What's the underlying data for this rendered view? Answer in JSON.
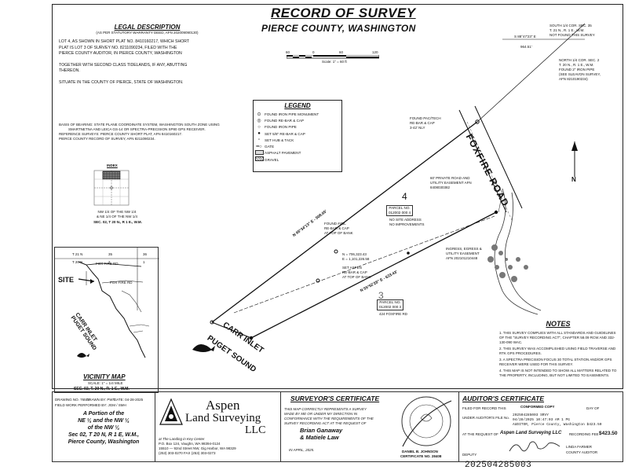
{
  "title": "RECORD OF SURVEY",
  "subtitle": "PIERCE COUNTY, WASHINGTON",
  "scale": {
    "ticks": [
      "60",
      "0",
      "60",
      "120"
    ],
    "label": "Scale: 1\" = 60 ft"
  },
  "legal": {
    "heading": "LEGAL DESCRIPTION",
    "source": "(AS PER STATUTORY WARRANTY DEED, AFN 202009090130)",
    "lines": [
      "LOT 4, AS SHOWN IN SHORT PLAT NO. 8410160217, WHICH SHORT",
      "PLAT IS LOT 3 OF SURVEY NO. 8211090234, FILED WITH THE",
      "PIERCE COUNTY AUDITOR, IN PIERCE COUNTY, WASHINGTON",
      "",
      "TOGETHER WITH SECOND CLASS TIDELANDS, IF ANY, ABUTTING",
      "THEREON.",
      "",
      "SITUATE IN THE COUNTY OF PIERCE, STATE OF WASHINGTON."
    ]
  },
  "basis": [
    "BASIS OF BEARING: STATE PLANE COORDINATE SYSTEM, WASHINGTON SOUTH ZONE USING",
    "SMARTNETNA AND LEICA GS-14 OR SPECTRA-PRECISION SP80 GPS RECEIVER.",
    "REFERENCE SURVEYS: PIERCE COUNTY SHORT PLAT, AFN 8410160217.",
    "PIERCE COUNTY RECORD OF SURVEY, AFN 8211090234."
  ],
  "legend": {
    "heading": "LEGEND",
    "items": [
      {
        "icon": "circle-dot",
        "label": "FOUND IRON PIPE MONUMENT"
      },
      {
        "icon": "circle-target",
        "label": "FOUND RE-BAR & CAP"
      },
      {
        "icon": "circle-open",
        "label": "FOUND IRON PIPE"
      },
      {
        "icon": "circle-filled",
        "label": "SET 5/8\" RE-BAR & CAP"
      },
      {
        "icon": "square-small",
        "label": "SET HUB & TACK"
      },
      {
        "icon": "gate-line",
        "label": "GATE"
      },
      {
        "icon": "pavement-box",
        "label": "ASPHALT PAVEMENT"
      },
      {
        "icon": "gravel-box",
        "label": "GRAVEL"
      }
    ]
  },
  "index": {
    "heading": "INDEX",
    "lines": [
      "NW 1/4 OF THE NW 1/4",
      "& NE 1/4 OF THE NW 1/4",
      "SEC. 02, T 20 N., R 1 E., W.M."
    ]
  },
  "vicinity": {
    "heading": "VICINITY MAP",
    "scale": "SCALE: 1\" = 1/4 MILE",
    "caption": "SEC. 02, T. 20 N., R. 1 E., W.M.",
    "site_label": "SITE",
    "water_label": "CARR INLET PUGET SOUND",
    "grid_labels": [
      "T 21 N",
      "35",
      "36",
      "T 20 N",
      "2",
      "1"
    ],
    "road_labels": [
      "FOX FIRE RD",
      "FOX FIRE RD"
    ]
  },
  "map": {
    "road_name": "FOXFIRE ROAD",
    "water_name": [
      "CARR",
      "INLET",
      "PUGET",
      "SOUND"
    ],
    "lot_number": "4",
    "lot3_number": "3",
    "parcel4": [
      "PARCEL NO.",
      "012002 000 4"
    ],
    "parcel4_notes": [
      "NO SITE ADDRESS",
      "NO IMPROVEMENTS"
    ],
    "parcel3": [
      "PARCEL NO.",
      "012002 000 3"
    ],
    "parcel3_address": "424 FOXFIRE RD",
    "bearing_north": "N 65°34'13\" E - 508.65'",
    "bearing_south": "N 55°52'28\" E - 633.43'",
    "notes_left": [
      "FOUND #4BL",
      "RE-BAR & CAP",
      "AT TOP OF BANK"
    ],
    "notes_set": [
      "SET ASPEN",
      "RE-BAR & CAP",
      "AT TOP OF BANK"
    ],
    "coords": [
      "N = 706,323.43",
      "E = 1,101,226.58"
    ],
    "easement": [
      "60' PRIVATE ROAD AND",
      "UTILITY EASEMENT AFN",
      "8408030382"
    ],
    "ingress": [
      "INGRESS, EGRESS &",
      "UTILITY EASEMENT",
      "AFN 202101210448"
    ],
    "found_ip": [
      "FOUND PAC/TECH",
      "RE-BAR & CAP",
      "3-42' NLY"
    ],
    "corner_ne": [
      "SOUTH 1/4 COR. SEC. 35",
      "T. 21 N., R. 1 E., W.M.",
      "NOT FOUND THIS SURVEY"
    ],
    "corner_nw": [
      "NORTH 1/4 COR. SEC. 2",
      "T. 20 N., R. 1 E., W.M.",
      "FOUND 2\" IRON PIPE",
      "(SEE SLEAVON SURVEY,",
      "AFN 8210190234)"
    ],
    "top_bearing": "S 88°47'23\" E",
    "top_dist": "964.51'",
    "top_dist2": "964.51'",
    "north_label": "N"
  },
  "notes": {
    "heading": "NOTES",
    "items": [
      "1. THIS SURVEY COMPLIES WITH ALL STANDARDS AND GUIDELINES OF THE \"SURVEY RECORDING ACT\", CHAPTER 58.09 RCW AND 332-130-090 WAC.",
      "2. THIS SURVEY WAS ACCOMPLISHED USING FIELD TRAVERSE AND RTK GPS PROCEDURES.",
      "3. A SPECTRA PRECISION FOCUS 30 TOTAL STATION AND/OR GPS RECEIVER WERE USED FOR THIS SURVEY.",
      "4. THIS MAP IS NOT INTENDED TO SHOW ALL MATTERS RELATED TO THE PROPERTY, INCLUDING, BUT NOT LIMITED TO EASEMENTS."
    ]
  },
  "drawing_info": {
    "drawing_no": "DRAWING NO. 76574",
    "drawn_by": "DRAWN BY: PWT",
    "date": "DATE: 04-28-2025",
    "field_work": "FIELD WORK PERFORMED BY: JGM / SMH"
  },
  "portion": [
    "A Portion of the",
    "NE ¼ and the NW ¼",
    "of the NW ¼",
    "Sec 02, T 20 N, R 1 E, W.M.,",
    "Pierce County, Washington"
  ],
  "company": {
    "name1": "Aspen",
    "name2": "Land Surveying",
    "name3": "LLC",
    "address": [
      "at The Landing in Key Center",
      "P.O. Box 124, Vaughn, WA   98394-0124",
      "15510 — 92nd Street NW, Gig Harbor, WA 98329",
      "(253) 303-0270        FAX (253) 303-0273"
    ]
  },
  "surveyor": {
    "heading": "SURVEYOR'S CERTIFICATE",
    "body": [
      "THIS MAP CORRECTLY REPRESENTS A SURVEY",
      "MADE BY ME OR UNDER MY DIRECTION IN",
      "CONFORMANCE WITH THE REQUIREMENTS OF THE",
      "SURVEY RECORDING ACT AT THE REQUEST OF"
    ],
    "clients": [
      "Brian Ganaway",
      "& Matiele Law"
    ],
    "date_line": "IN APRIL, 2025.",
    "seal_name": "DANIEL B. JOHNSON",
    "seal_cert": "CERTIFICATE NO. 28408"
  },
  "auditor": {
    "heading": "AUDITOR'S CERTIFICATE",
    "filed": "FILED FOR RECORD THIS",
    "stamp": "CONFORMED COPY",
    "day_label": "DAY OF",
    "under_label": "UNDER AUDITOR'S FILE No.",
    "request": "AT THE REQUEST OF",
    "request_value": "Aspen Land Surveying LLC",
    "recording_fee": "RECORDING FEE",
    "fee_value": "$423.50",
    "file_no": "202504285003",
    "stamp_lines": [
      "202504285003   SRVY",
      "04/28/2025  10:47:03 AM    1 PG",
      "AUDITOR, Pierce County, Washington    $423.50"
    ],
    "auditor_name": "LINDA FARMER",
    "county_auditor": "COUNTY AUDITOR",
    "deputy": "DEPUTY"
  },
  "footer_number": "202504285003"
}
